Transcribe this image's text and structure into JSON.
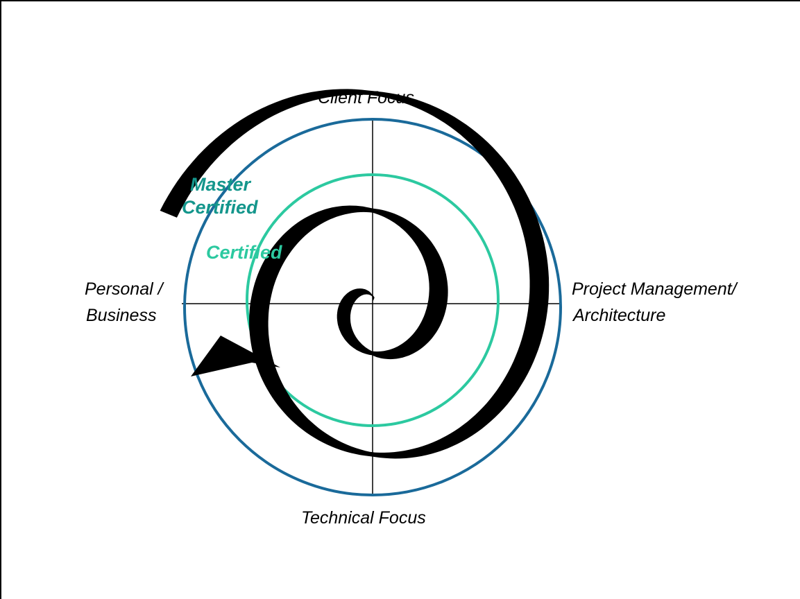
{
  "axes": {
    "top": "Client Focus",
    "bottom": "Technical Focus",
    "left_line1": "Personal /",
    "left_line2": "Business",
    "right_line1": "Project Management/",
    "right_line2": "Architecture"
  },
  "levels": {
    "outer_line1": "Master",
    "outer_line2": "Certified",
    "inner": "Certified"
  },
  "colors": {
    "outer_ring": "#1a6a9a",
    "inner_ring": "#2cc9a0",
    "master_text": "#14968c",
    "certified_text": "#2cc9a0",
    "spiral": "#000000",
    "axis_lines": "#000000"
  }
}
